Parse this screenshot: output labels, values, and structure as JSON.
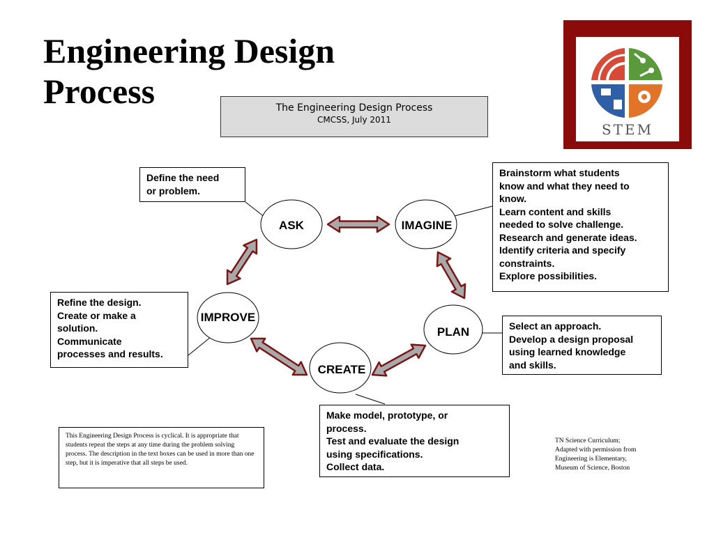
{
  "slide": {
    "title_line1": "Engineering Design",
    "title_line2": "Process"
  },
  "header_box": {
    "title": "The Engineering Design Process",
    "subtitle": "CMCSS, July 2011"
  },
  "logo": {
    "text": "STEM",
    "colors": {
      "frame": "#8b0a0a",
      "red": "#d64a37",
      "green": "#5b9a3c",
      "blue": "#2f5fa7",
      "orange": "#e2742a"
    }
  },
  "steps": {
    "ask": "ASK",
    "imagine": "IMAGINE",
    "plan": "PLAN",
    "create": "CREATE",
    "improve": "IMPROVE"
  },
  "descriptions": {
    "ask": [
      "Define the need",
      "or problem."
    ],
    "imagine": [
      "Brainstorm what students",
      "know and what they need to",
      "know.",
      "Learn content and skills",
      "needed to solve challenge.",
      "Research and generate ideas.",
      "Identify criteria and specify",
      "constraints.",
      "Explore possibilities."
    ],
    "plan": [
      "Select an approach.",
      "Develop a design proposal",
      "using learned knowledge",
      "and skills."
    ],
    "create": [
      "Make model, prototype, or",
      "process.",
      "Test and evaluate the design",
      "using specifications.",
      "Collect data."
    ],
    "improve": [
      "Refine the design.",
      "Create or make a",
      "solution.",
      "Communicate",
      "processes and results."
    ]
  },
  "note": "This Engineering Design Process is cyclical.  It is appropriate that students repeat the steps at any time during the problem solving process.  The description in the text boxes can be used in more than one step, but it is imperative that all steps be used.",
  "credit": [
    "TN Science Curriculum;",
    "Adapted with permission from",
    "Engineering is Elementary,",
    "Museum of Science, Boston"
  ],
  "arrow_colors": {
    "fill": "#a9a9a9",
    "outline": "#7a1515"
  }
}
